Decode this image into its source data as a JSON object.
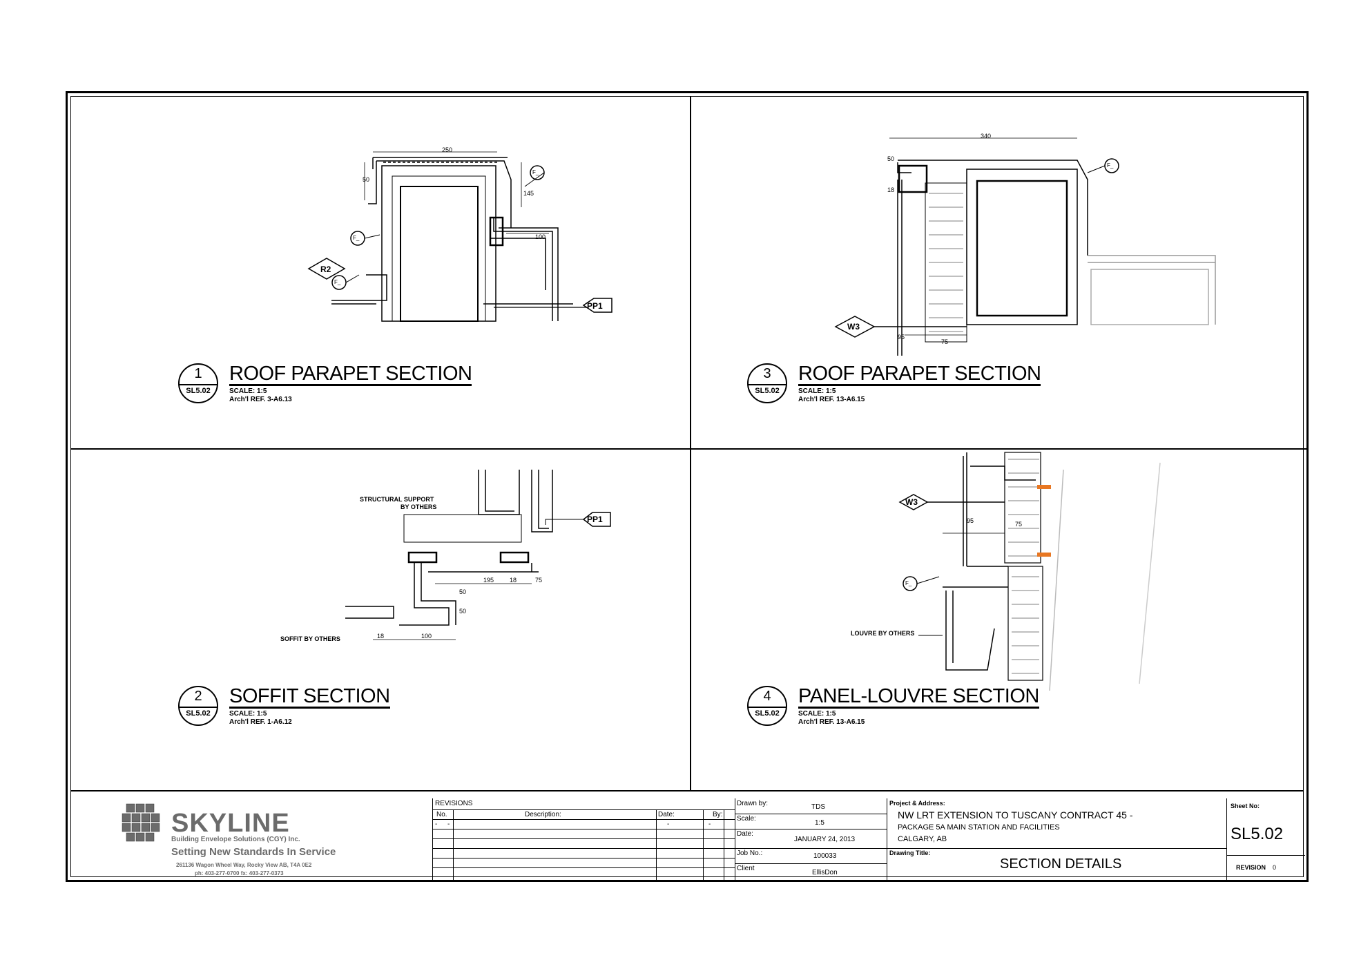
{
  "sections": [
    {
      "number": "1",
      "sheet_ref": "SL5.02",
      "title": "ROOF PARAPET SECTION",
      "scale": "SCALE:  1:5",
      "arch_ref": "Arch'l REF.  3-A6.13"
    },
    {
      "number": "3",
      "sheet_ref": "SL5.02",
      "title": "ROOF PARAPET SECTION",
      "scale": "SCALE:  1:5",
      "arch_ref": "Arch'l REF.  13-A6.15"
    },
    {
      "number": "2",
      "sheet_ref": "SL5.02",
      "title": "SOFFIT SECTION",
      "scale": "SCALE:  1:5",
      "arch_ref": "Arch'l REF.  1-A6.12"
    },
    {
      "number": "4",
      "sheet_ref": "SL5.02",
      "title": "PANEL-LOUVRE SECTION",
      "scale": "SCALE:  1:5",
      "arch_ref": "Arch'l REF.  13-A6.15"
    }
  ],
  "detail1": {
    "dim_top": "250",
    "dim_50": "50",
    "dim_145": "145",
    "dim_100": "100",
    "tag_r2": "R2",
    "tag_pp1": "PP1",
    "tag_f": "F_"
  },
  "detail2": {
    "note_support_1": "STRUCTURAL SUPPORT",
    "note_support_2": "BY OTHERS",
    "note_soffit": "SOFFIT BY OTHERS",
    "tag_pp1": "PP1",
    "dim_195": "195",
    "dim_18a": "18",
    "dim_75": "75",
    "dim_50a": "50",
    "dim_50b": "50",
    "dim_18b": "18",
    "dim_100": "100"
  },
  "detail3": {
    "dim_top": "340",
    "dim_50": "50",
    "dim_18": "18",
    "dim_95": "95",
    "dim_75": "75",
    "tag_w3": "W3",
    "tag_f": "F_"
  },
  "detail4": {
    "tag_w3": "W3",
    "tag_f": "F_",
    "dim_95": "95",
    "dim_75": "75",
    "note_louvre": "LOUVRE BY OTHERS"
  },
  "colors": {
    "accent_orange": "#e87722",
    "logo_gray": "#6b6b6b"
  },
  "title_block": {
    "logo_name": "SKYLINE",
    "logo_sub": "Building Envelope Solutions (CGY) Inc.",
    "logo_slogan": "Setting New Standards In Service",
    "logo_addr": "261136 Wagon Wheel Way, Rocky View AB, T4A 0E2",
    "logo_phone": "ph: 403-277-0700    fx: 403-277-0373",
    "revisions_label": "REVISIONS",
    "rev_no": "No.",
    "rev_desc": "Description:",
    "rev_date": "Date:",
    "rev_by": "By:",
    "rev_row1_no": "-",
    "rev_row1_desc": "-",
    "rev_row1_date": "-",
    "rev_row1_by": "-",
    "drawn_by_label": "Drawn by:",
    "drawn_by": "TDS",
    "scale_label": "Scale:",
    "scale": "1:5",
    "date_label": "Date:",
    "date": "JANUARY 24, 2013",
    "job_label": "Job No.:",
    "job": "100033",
    "client_label": "Client",
    "client": "EllisDon",
    "project_label": "Project & Address:",
    "project_line1": "NW LRT EXTENSION TO TUSCANY CONTRACT 45 -",
    "project_line2": "PACKAGE 5A MAIN STATION AND FACILITIES",
    "project_line3": "CALGARY, AB",
    "drawing_title_label": "Drawing Title:",
    "drawing_title": "SECTION DETAILS",
    "sheet_no_label": "Sheet No:",
    "sheet_no": "SL5.02",
    "revision_label": "REVISION",
    "revision": "0"
  }
}
